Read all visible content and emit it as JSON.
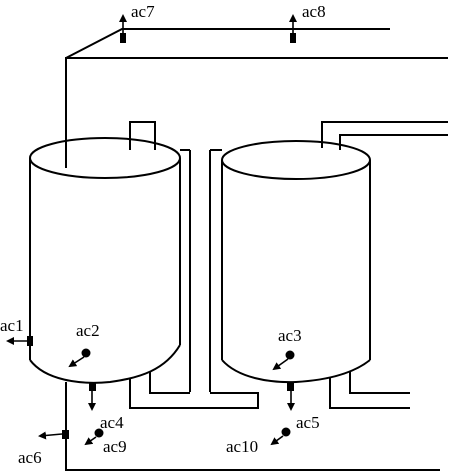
{
  "labels": {
    "ac1": "ac1",
    "ac2": "ac2",
    "ac3": "ac3",
    "ac4": "ac4",
    "ac5": "ac5",
    "ac6": "ac6",
    "ac7": "ac7",
    "ac8": "ac8",
    "ac9": "ac9",
    "ac10": "ac10"
  }
}
